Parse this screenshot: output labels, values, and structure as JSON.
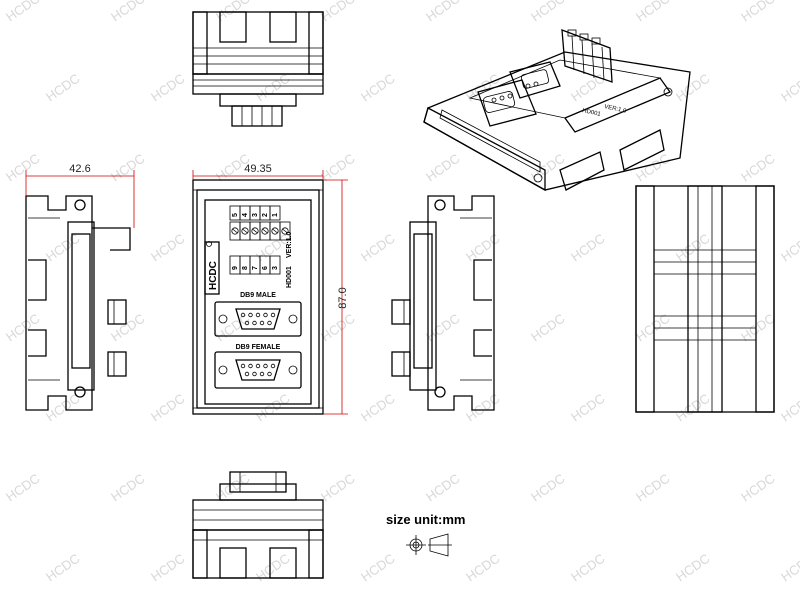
{
  "watermark": "HCDC",
  "dimensions": {
    "width_side": "42.6",
    "width_front": "49.35",
    "height_front": "87.0"
  },
  "front_panel": {
    "brand": "HCDC",
    "model": "HD001",
    "version": "VER:1.0",
    "connector_male": "DB9 MALE",
    "connector_female": "DB9 FEMALE",
    "terminals_top": [
      "5",
      "4",
      "3",
      "2",
      "1"
    ],
    "terminals_bottom": [
      "9",
      "8",
      "7",
      "6",
      "3"
    ]
  },
  "iso_view": {
    "model": "HD001",
    "version": "VER:1.0"
  },
  "size_unit": "size unit:mm",
  "colors": {
    "dimension": "#d00000",
    "watermark": "#d8d8d8",
    "outline": "#000000"
  }
}
